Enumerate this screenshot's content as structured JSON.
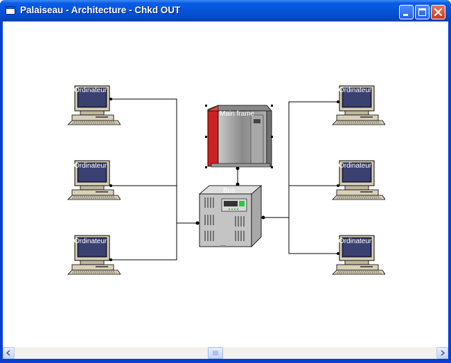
{
  "window": {
    "title": "Palaiseau - Architecture - Chkd OUT"
  },
  "diagram": {
    "nodes": [
      {
        "id": "computer-left-1",
        "label": "Ordinateur"
      },
      {
        "id": "computer-left-2",
        "label": "Ordinateur"
      },
      {
        "id": "computer-left-3",
        "label": "Ordinateur"
      },
      {
        "id": "computer-right-1",
        "label": "Ordinateur"
      },
      {
        "id": "computer-right-2",
        "label": "Ordinateur"
      },
      {
        "id": "computer-right-3",
        "label": "Ordinateur"
      },
      {
        "id": "mainframe",
        "label": "Main frame"
      },
      {
        "id": "server",
        "label": "Bus"
      }
    ],
    "colors": {
      "line": "#000000",
      "monitor_screen": "#2e3360",
      "beige": "#d8d0b8",
      "mainframe_red": "#cc2222",
      "server_gray": "#c8c8c8"
    }
  }
}
